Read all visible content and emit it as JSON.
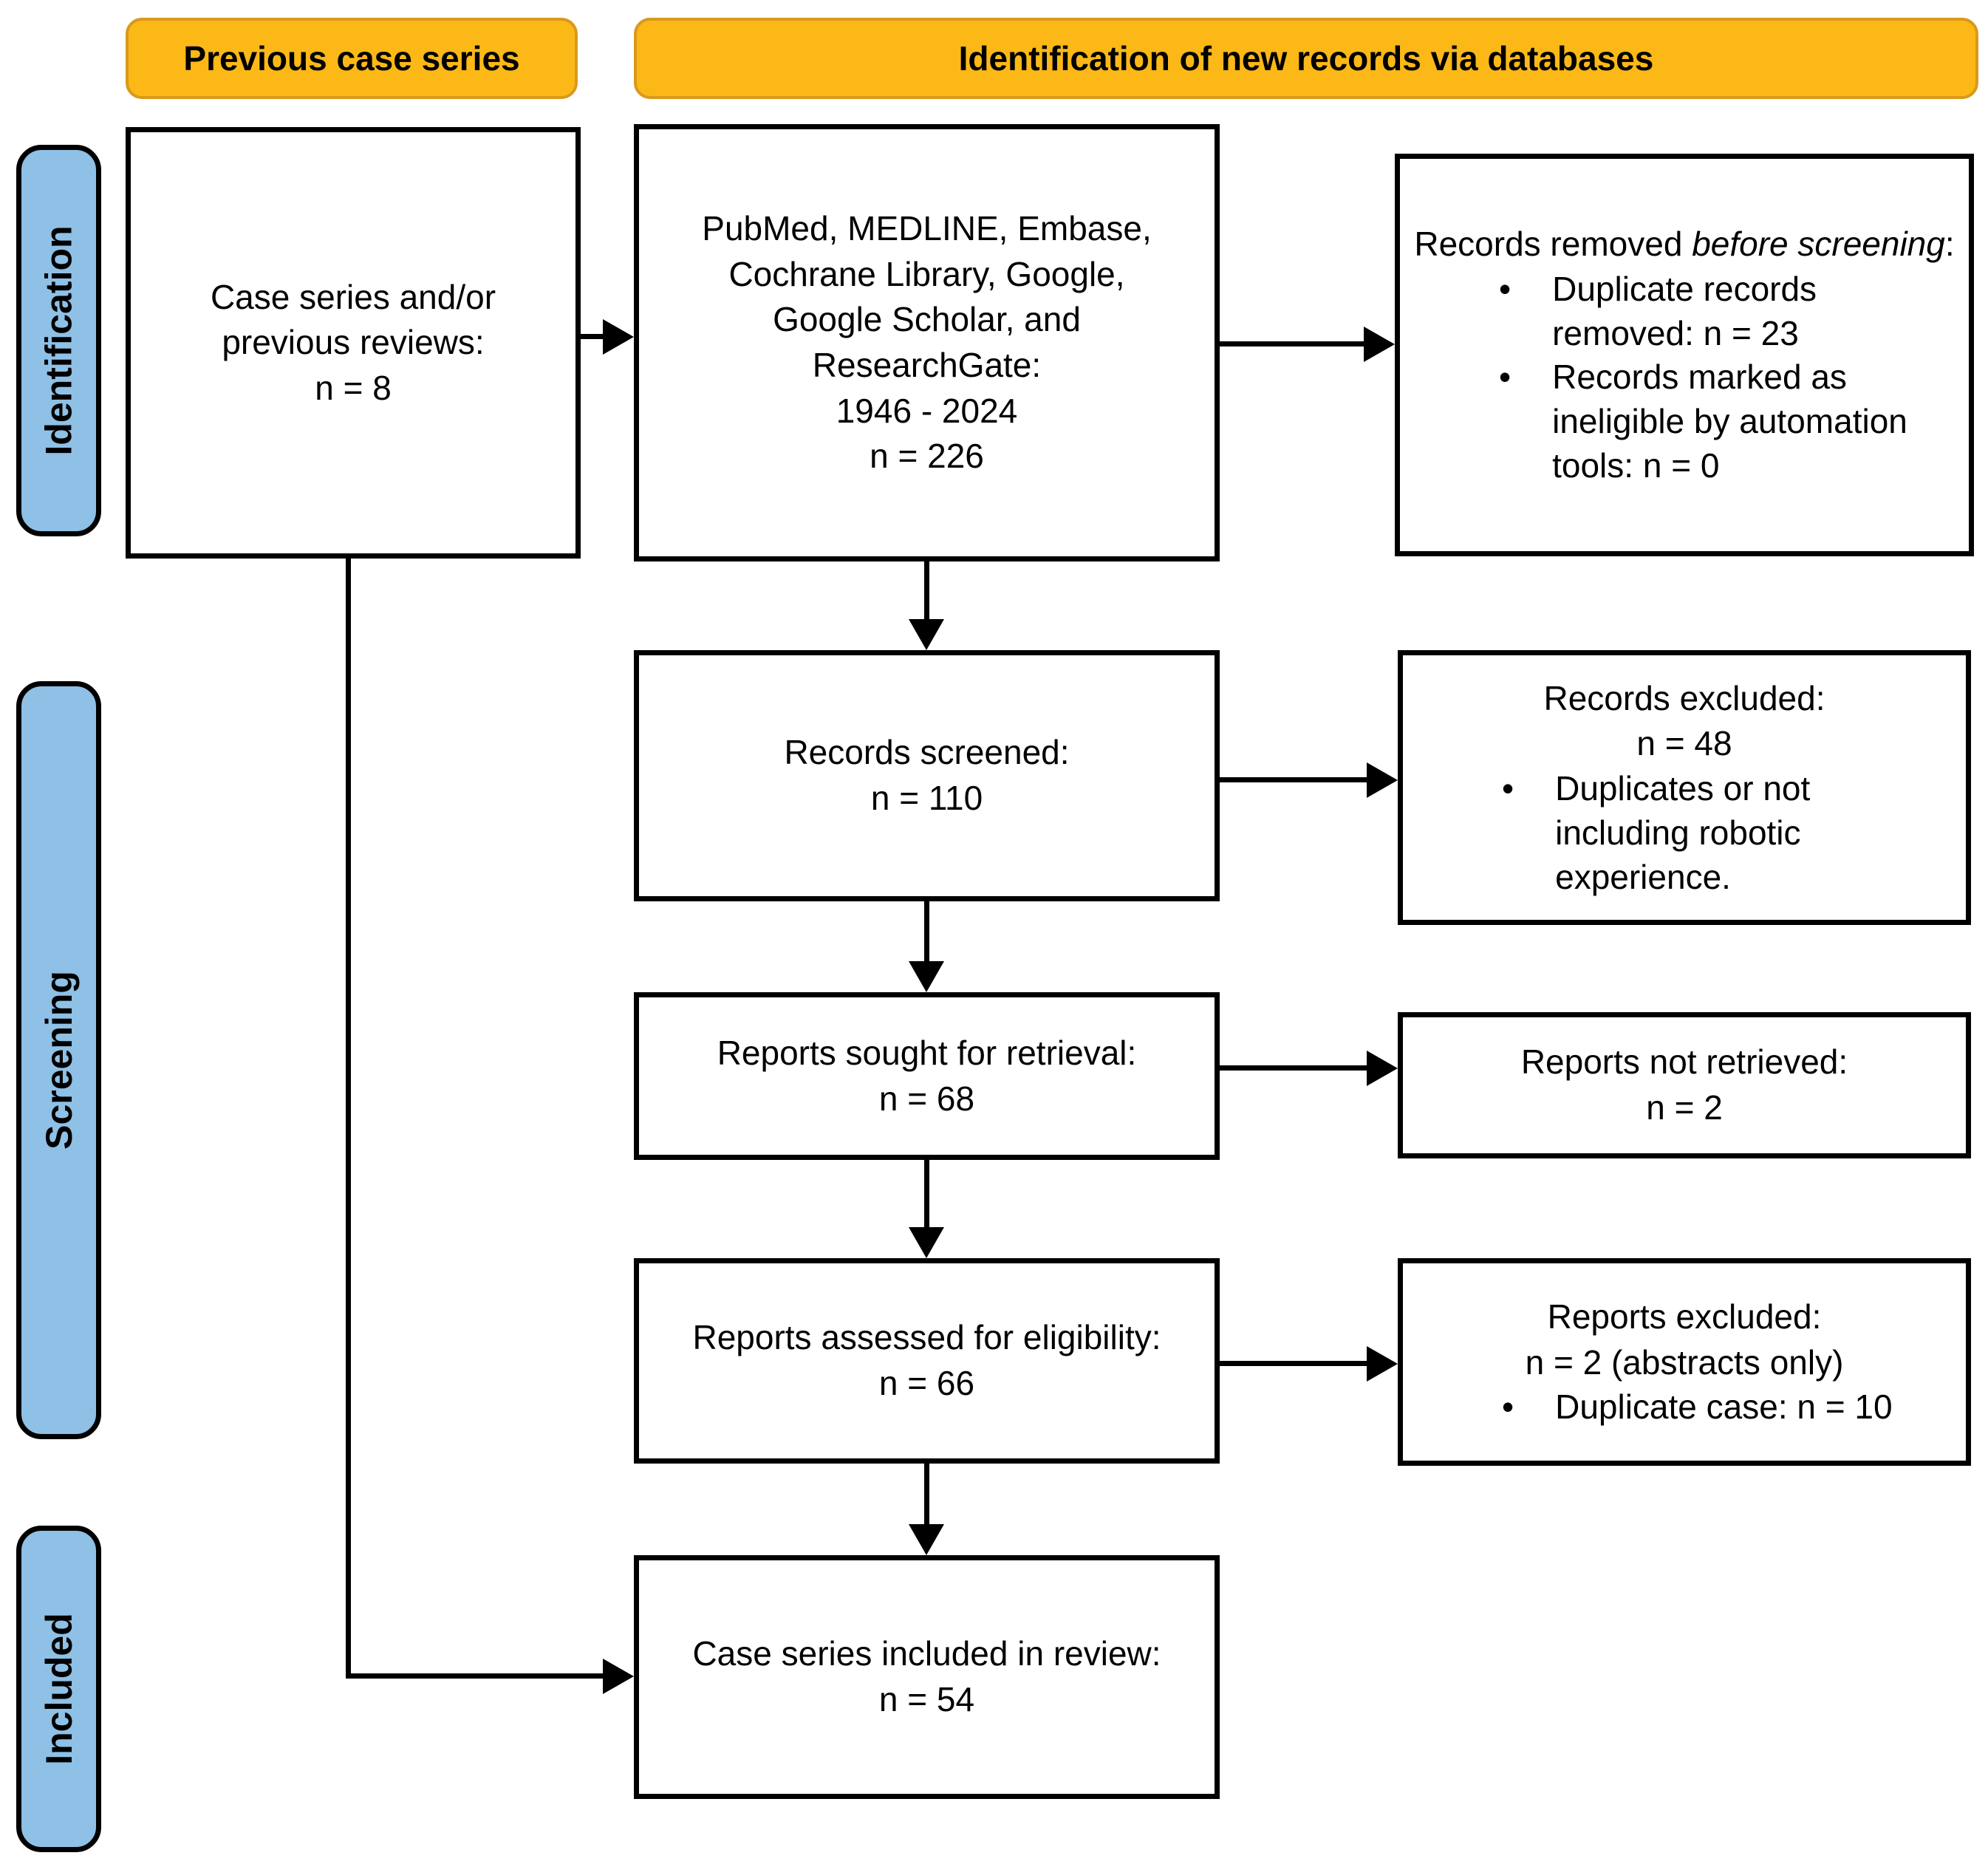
{
  "diagram": {
    "headers": {
      "previous": "Previous case series",
      "identification": "Identification of new records via databases"
    },
    "stages": {
      "identification": "Identification",
      "screening": "Screening",
      "included": "Included"
    },
    "boxes": {
      "previous_series": {
        "lines": [
          "Case series and/or",
          "previous reviews:",
          "n = 8"
        ]
      },
      "db_search": {
        "lines": [
          "PubMed, MEDLINE, Embase,",
          "Cochrane Library, Google,",
          "Google Scholar, and",
          "ResearchGate:",
          "1946 - 2024",
          "n = 226"
        ]
      },
      "records_removed": {
        "title_prefix": "Records removed ",
        "title_italic": "before screening",
        "title_suffix": ":",
        "bullets": [
          "Duplicate records removed: n = 23",
          "Records marked as ineligible by automation tools: n = 0"
        ]
      },
      "records_screened": {
        "lines": [
          "Records screened:",
          "n = 110"
        ]
      },
      "records_excluded": {
        "lines": [
          "Records excluded:",
          "n = 48"
        ],
        "bullets": [
          "Duplicates or not including robotic experience."
        ]
      },
      "reports_sought": {
        "lines": [
          "Reports sought for retrieval:",
          "n = 68"
        ]
      },
      "reports_not_retrieved": {
        "lines": [
          "Reports not retrieved:",
          "n = 2"
        ]
      },
      "reports_assessed": {
        "lines": [
          "Reports assessed for eligibility:",
          "n = 66"
        ]
      },
      "reports_excluded": {
        "lines": [
          "Reports excluded:",
          "n = 2 (abstracts only)"
        ],
        "bullets": [
          "Duplicate case: n = 10"
        ]
      },
      "included_review": {
        "lines": [
          "Case series included in review:",
          "n = 54"
        ]
      }
    },
    "colors": {
      "header_fill": "#FBB817",
      "header_border": "#D9991C",
      "stage_fill": "#8FC0E6",
      "box_border": "#000000",
      "box_fill": "#FFFFFF"
    }
  }
}
